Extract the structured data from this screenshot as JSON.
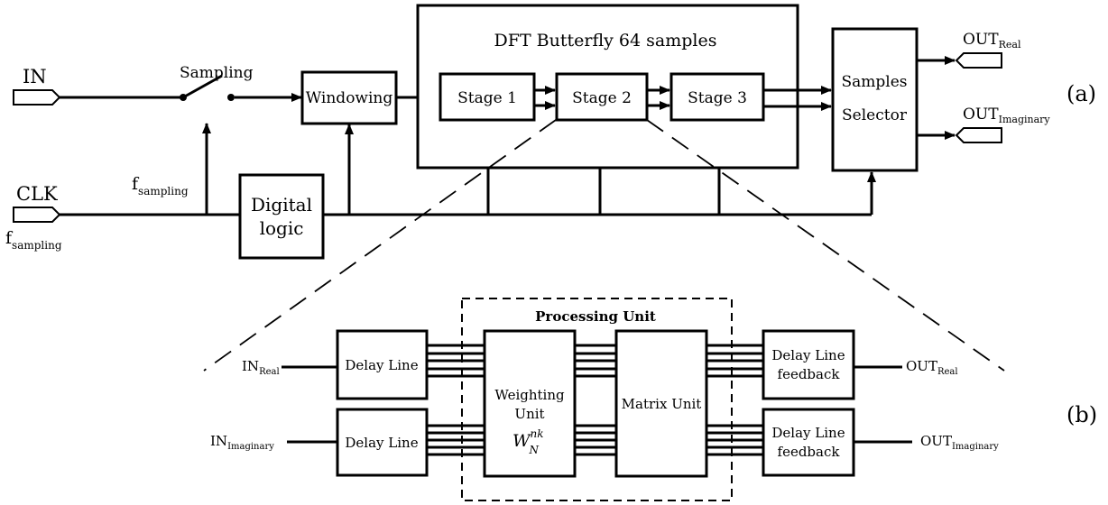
{
  "top": {
    "block_title": "DFT Butterfly 64 samples",
    "input_label": "IN",
    "clock_label": "CLK",
    "clock_freq_main": "f",
    "clock_freq_sub": "sampling",
    "switch_label": "Sampling",
    "switch_freq_main": "f",
    "switch_freq_sub": "sampling",
    "windowing": "Windowing",
    "stage1": "Stage 1",
    "stage2": "Stage 2",
    "stage3": "Stage 3",
    "digital_logic_line1": "Digital",
    "digital_logic_line2": "logic",
    "selector_line1": "Samples",
    "selector_line2": "Selector",
    "out_real_main": "OUT",
    "out_real_sub": "Real",
    "out_imag_main": "OUT",
    "out_imag_sub": "Imaginary",
    "tag": "(a)"
  },
  "bottom": {
    "processing_unit": "Processing Unit",
    "in_real_main": "IN",
    "in_real_sub": "Real",
    "in_imag_main": "IN",
    "in_imag_sub": "Imaginary",
    "delay_line_top": "Delay Line",
    "delay_line_bottom": "Delay Line",
    "weighting_line1": "Weighting",
    "weighting_line2": "Unit",
    "weighting_formula_base": "W",
    "weighting_formula_sup": "nk",
    "weighting_formula_sub": "N",
    "matrix_unit": "Matrix Unit",
    "feedback_top_line1": "Delay Line",
    "feedback_top_line2": "feedback",
    "feedback_bottom_line1": "Delay Line",
    "feedback_bottom_line2": "feedback",
    "out_real_main": "OUT",
    "out_real_sub": "Real",
    "out_imag_main": "OUT",
    "out_imag_sub": "Imaginary",
    "tag": "(b)"
  }
}
